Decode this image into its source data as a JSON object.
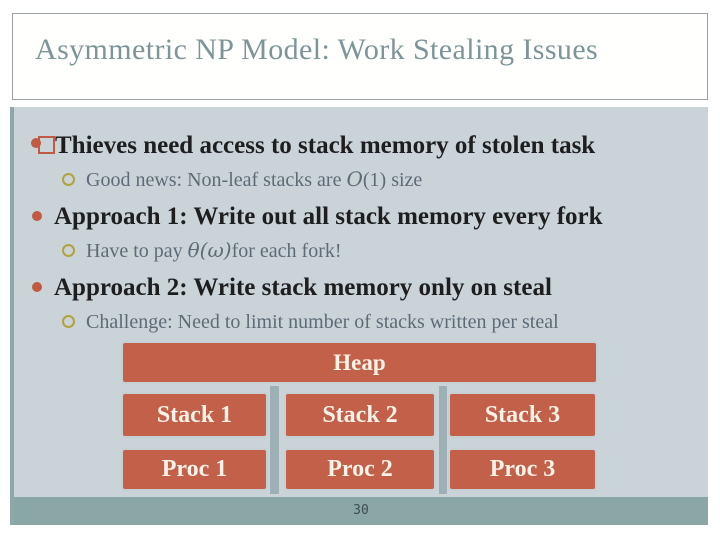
{
  "title": "Asymmetric NP Model: Work Stealing Issues",
  "bullets": [
    {
      "level": 1,
      "icon": "missing-glyph-box-bullet",
      "text": "Thieves need access to stack memory of stolen task"
    },
    {
      "level": 2,
      "icon": "ring-circle-bullet",
      "pre": "Good news: Non-leaf stacks are ",
      "math": "O",
      "post": "(1) size"
    },
    {
      "level": 1,
      "icon": "filled-circle-bullet",
      "text": "Approach 1: Write out all stack memory every fork"
    },
    {
      "level": 2,
      "icon": "ring-circle-bullet",
      "pre": "Have to pay ",
      "math": "θ(ω)",
      "post": "for each fork!"
    },
    {
      "level": 1,
      "icon": "filled-circle-bullet",
      "text": "Approach 2: Write stack memory only on steal"
    },
    {
      "level": 2,
      "icon": "ring-circle-bullet",
      "pre": "Challenge: Need to limit number of stacks written per steal"
    }
  ],
  "diagram": {
    "heap_label": "Heap",
    "columns": [
      {
        "stack": "Stack 1",
        "proc": "Proc 1"
      },
      {
        "stack": "Stack 2",
        "proc": "Proc 2"
      },
      {
        "stack": "Stack 3",
        "proc": "Proc 3"
      }
    ]
  },
  "footer": {
    "page_number": "30"
  },
  "colors": {
    "accent_orange": "#c2604a",
    "bullet_orange": "#c05a43",
    "slide_background": "#cad3d8",
    "footer_teal": "#8ba7a5",
    "left_strip_teal": "#8ea8aa",
    "connector_gray": "#9db0b6",
    "title_color": "#7d9599",
    "body_text": "#1e1e1e",
    "sub_text": "#5c6c76",
    "sub_bullet_olive": "#b1a23e",
    "box_text": "#f9f2e7"
  }
}
